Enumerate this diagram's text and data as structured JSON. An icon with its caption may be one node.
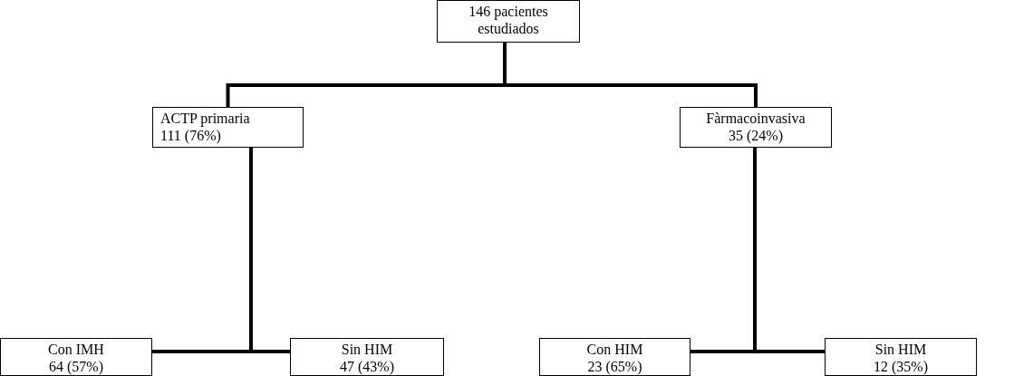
{
  "diagram": {
    "nodes": [
      {
        "text": [
          "146 pacientes estudiados"
        ]
      },
      {
        "text": [
          "ACTP primaria",
          "111 (76%)"
        ]
      },
      {
        "text": [
          "Fàrmacoinvasiva",
          "35 (24%)"
        ]
      },
      {
        "text": [
          "Con IMH",
          "64 (57%)"
        ]
      },
      {
        "text": [
          "Sin HIM",
          "47 (43%)"
        ]
      },
      {
        "text": [
          "Con HIM",
          "23 (65%)"
        ]
      },
      {
        "text": [
          "Sin HIM",
          "12 (35%)"
        ]
      }
    ],
    "edges": [
      {
        "from": 0,
        "to": 1,
        "arrow": "none"
      },
      {
        "from": 0,
        "to": 2,
        "arrow": "none"
      },
      {
        "from": 1,
        "to": 3,
        "arrow": "none"
      },
      {
        "from": 1,
        "to": 4,
        "arrow": "none"
      },
      {
        "from": 2,
        "to": 5,
        "arrow": "none"
      },
      {
        "from": 2,
        "to": 6,
        "arrow": "none"
      }
    ]
  }
}
